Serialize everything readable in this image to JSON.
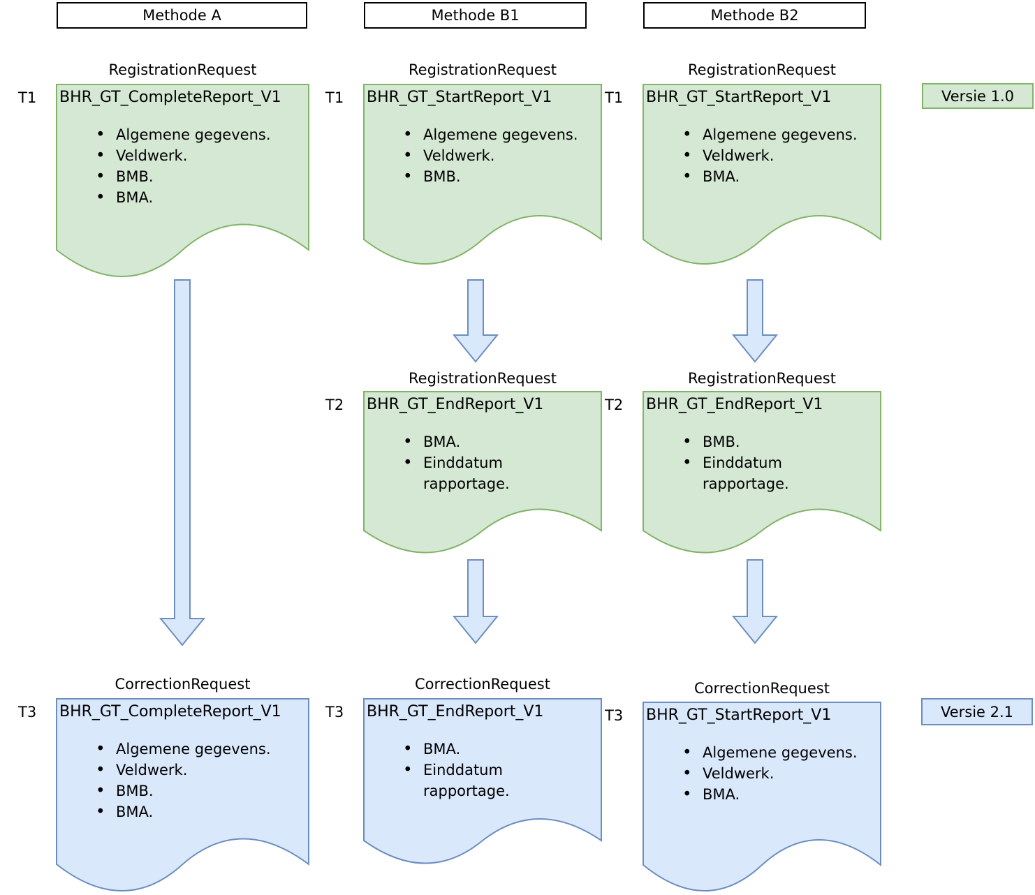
{
  "colors": {
    "green_fill": "#d5e8d4",
    "green_stroke": "#82b366",
    "blue_fill": "#dae8fc",
    "blue_stroke": "#6c8ebf",
    "arrow_fill": "#dae8fc",
    "arrow_stroke": "#6c8ebf",
    "header_border": "#000000"
  },
  "headers": [
    {
      "label": "Methode A"
    },
    {
      "label": "Methode B1"
    },
    {
      "label": "Methode B2"
    }
  ],
  "documents": [
    {
      "time_label": "T1",
      "request_type": "RegistrationRequest",
      "title": "BHR_GT_CompleteReport_V1",
      "bullets": [
        "Algemene gegevens.",
        "Veldwerk.",
        "BMB.",
        "BMA."
      ]
    },
    {
      "time_label": "T1",
      "request_type": "RegistrationRequest",
      "title": "BHR_GT_StartReport_V1",
      "bullets": [
        "Algemene gegevens.",
        "Veldwerk.",
        "BMB."
      ]
    },
    {
      "time_label": "T1",
      "request_type": "RegistrationRequest",
      "title": "BHR_GT_StartReport_V1",
      "bullets": [
        "Algemene gegevens.",
        "Veldwerk.",
        "BMA."
      ]
    },
    {
      "time_label": "T2",
      "request_type": "RegistrationRequest",
      "title": "BHR_GT_EndReport_V1",
      "bullets": [
        "BMA.",
        "Einddatum rapportage."
      ]
    },
    {
      "time_label": "T2",
      "request_type": "RegistrationRequest",
      "title": "BHR_GT_EndReport_V1",
      "bullets": [
        "BMB.",
        "Einddatum rapportage."
      ]
    },
    {
      "time_label": "T3",
      "request_type": "CorrectionRequest",
      "title": "BHR_GT_CompleteReport_V1",
      "bullets": [
        "Algemene gegevens.",
        "Veldwerk.",
        "BMB.",
        "BMA."
      ]
    },
    {
      "time_label": "T3",
      "request_type": "CorrectionRequest",
      "title": "BHR_GT_EndReport_V1",
      "bullets": [
        "BMA.",
        "Einddatum rapportage."
      ]
    },
    {
      "time_label": "T3",
      "request_type": "CorrectionRequest",
      "title": "BHR_GT_StartReport_V1",
      "bullets": [
        "Algemene gegevens.",
        "Veldwerk.",
        "BMA."
      ]
    }
  ],
  "badges": [
    {
      "label": "Versie 1.0"
    },
    {
      "label": "Versie 2.1"
    }
  ]
}
